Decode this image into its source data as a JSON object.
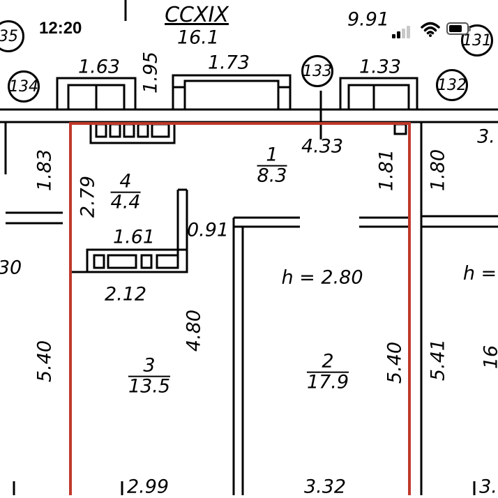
{
  "status_bar": {
    "time": "12:20",
    "signal_bars_active": 2,
    "signal_bars_total": 4,
    "battery_level": 0.75
  },
  "plan": {
    "section_title": "CCXIX",
    "section_area": "16.1",
    "top_right_value": "9.91",
    "apartment_outline_color": "#c0392b",
    "markers": [
      "134",
      "133",
      "132",
      "131",
      "35"
    ],
    "rooms": [
      {
        "number": "1",
        "area": "8.3"
      },
      {
        "number": "4",
        "area": "4.4"
      },
      {
        "number": "3",
        "area": "13.5"
      },
      {
        "number": "2",
        "area": "17.9"
      }
    ],
    "ceiling_height": "h = 2.80",
    "ceiling_height_partial": "h =",
    "dims": {
      "window_1": "1.63",
      "pier_1": "1.95",
      "window_2": "1.73",
      "window_3": "1.33",
      "hall_top": "4.33",
      "left_outer_top": "1.83",
      "room4_height": "2.79",
      "hall_right": "1.81",
      "right_outer_top": "1.80",
      "right_cut": "3.",
      "niche_width": "1.61",
      "niche_depth": "0.91",
      "room3_top": "2.12",
      "left_cut": "30",
      "room3_partition": "4.80",
      "left_outer_bottom": "5.40",
      "room2_right": "5.40",
      "right_outer_bottom": "5.41",
      "right_cut_room": "16",
      "room3_bottom": "2.99",
      "room2_bottom": "3.32",
      "right_cut_bottom": "3."
    }
  }
}
